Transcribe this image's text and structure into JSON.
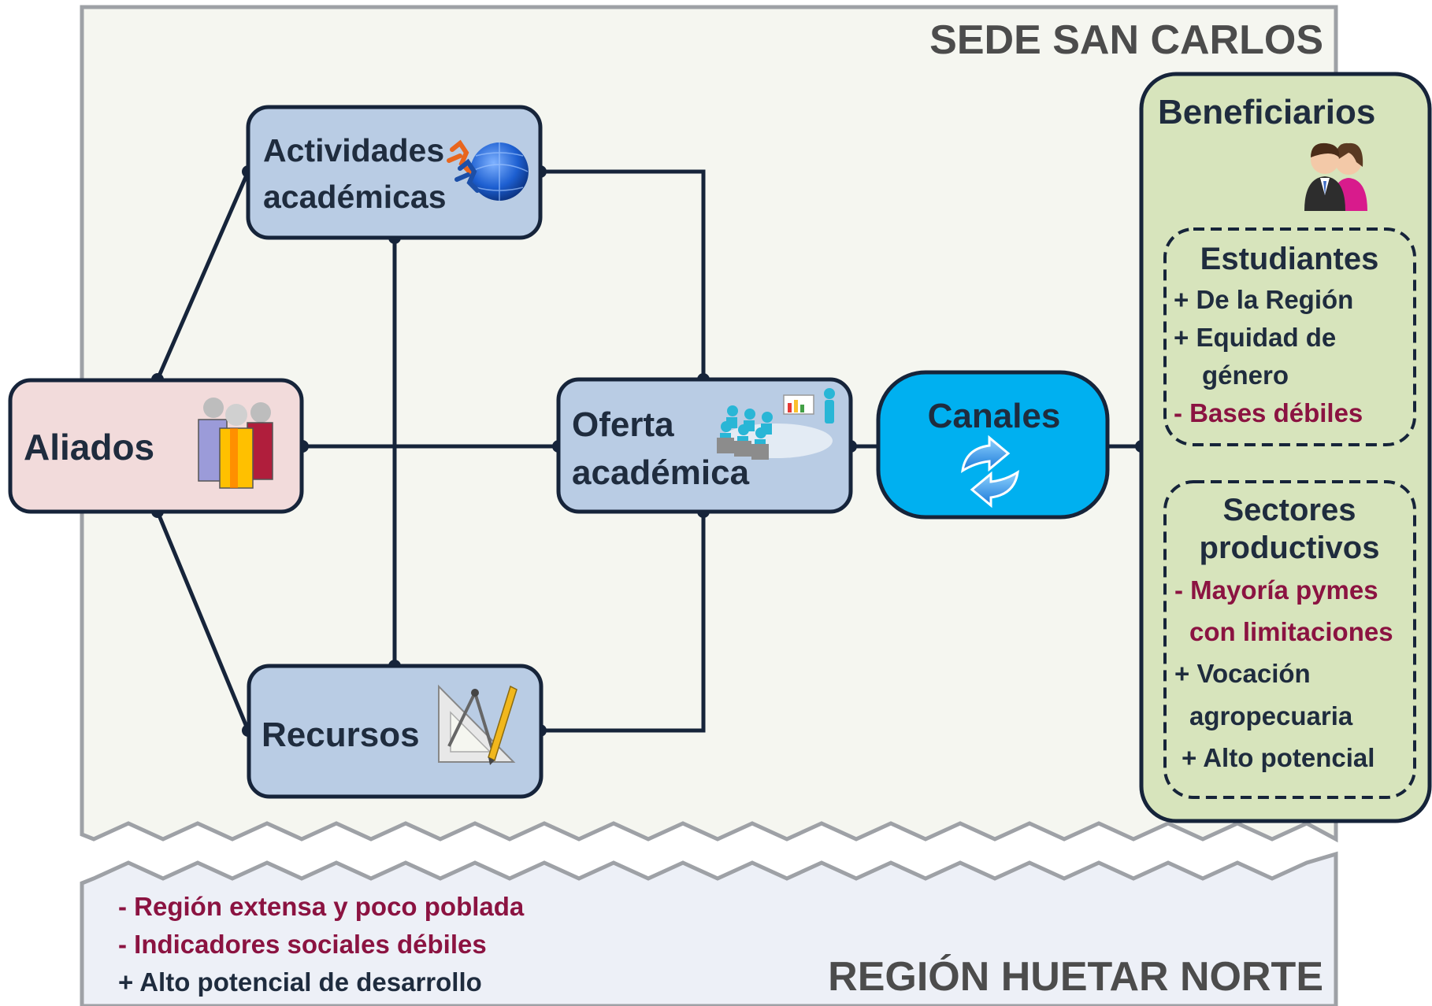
{
  "sede": {
    "title": "SEDE SAN CARLOS"
  },
  "region": {
    "title": "REGIÓN HUETAR NORTE",
    "points": [
      {
        "text": "- Región extensa y poco poblada",
        "type": "negative"
      },
      {
        "text": "- Indicadores sociales débiles",
        "type": "negative"
      },
      {
        "text": "+ Alto potencial de desarrollo",
        "type": "positive"
      }
    ]
  },
  "nodes": {
    "aliados": {
      "label": "Aliados",
      "icon": "people-group-icon"
    },
    "actividades": {
      "line1": "Actividades",
      "line2": "académicas",
      "icon": "globe-runners-icon"
    },
    "recursos": {
      "label": "Recursos",
      "icon": "drafting-tools-icon"
    },
    "oferta": {
      "line1": "Oferta",
      "line2": "académica",
      "icon": "classroom-presentation-icon"
    },
    "canales": {
      "label": "Canales",
      "icon": "refresh-arrows-icon"
    }
  },
  "beneficiarios": {
    "title": "Beneficiarios",
    "icon": "users-couple-icon",
    "estudiantes": {
      "title": "Estudiantes",
      "lines": [
        {
          "text": "+ De la Región",
          "type": "positive"
        },
        {
          "text": "+ Equidad de",
          "type": "positive"
        },
        {
          "text": "género",
          "type": "positive"
        },
        {
          "text": "- Bases débiles",
          "type": "negative"
        }
      ]
    },
    "sectores": {
      "title1": "Sectores",
      "title2": "productivos",
      "lines": [
        {
          "text": "- Mayoría pymes",
          "type": "negative"
        },
        {
          "text": "con limitaciones",
          "type": "negative"
        },
        {
          "text": "+ Vocación",
          "type": "positive"
        },
        {
          "text": "agropecuaria",
          "type": "positive"
        },
        {
          "text": "+ Alto potencial",
          "type": "positive"
        }
      ]
    }
  },
  "colors": {
    "frame": "#9ea1a6",
    "background": "#f5f6f0",
    "region_bg": "#edf0f7",
    "line": "#16243a",
    "box_blue": "#b9cce4",
    "box_pink": "#f2dbdb",
    "box_cyan": "#00b0f0",
    "box_green": "#d7e4bc",
    "text_dark": "#1f2c3e",
    "text_negative": "#8b1341",
    "text_grey": "#4c4c4c"
  }
}
